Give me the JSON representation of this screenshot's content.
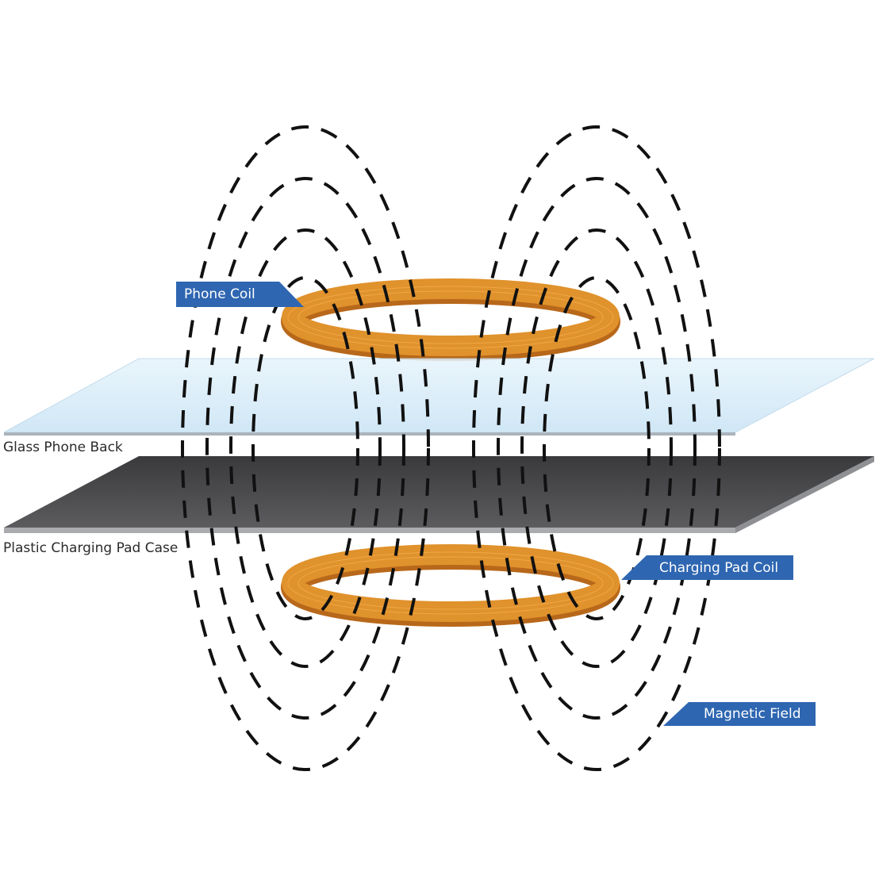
{
  "labels": {
    "phone_coil": "Phone Coil",
    "glass_phone_back": "Glass Phone Back",
    "plastic_case": "Plastic Charging Pad Case",
    "charging_pad_coil": "Charging Pad Coil",
    "magnetic_field": "Magnetic Field"
  },
  "colors": {
    "tag_blue": "#2e66b1",
    "coil_copper": "#d9861f",
    "glass": "#d4ebf8",
    "pad_dark": "#454547",
    "field_line": "#111111"
  }
}
